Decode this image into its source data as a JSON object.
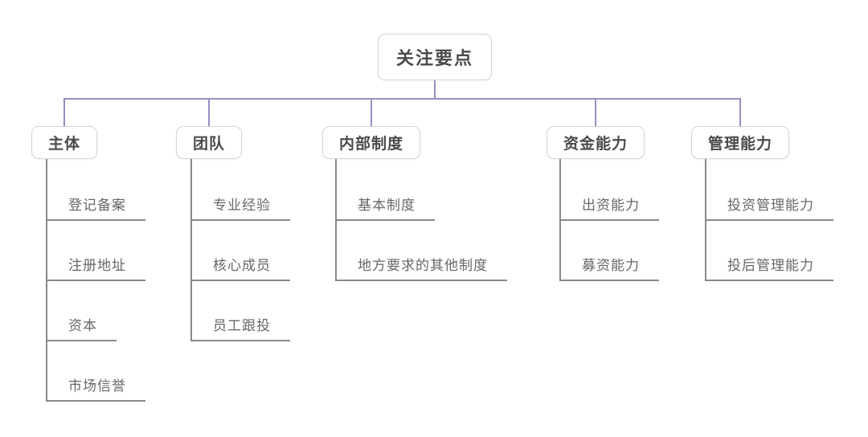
{
  "diagram": {
    "type": "mindmap-tree",
    "root": {
      "label": "关注要点"
    },
    "branches": [
      {
        "label": "主体",
        "children": [
          "登记备案",
          "注册地址",
          "资本",
          "市场信誉"
        ]
      },
      {
        "label": "团队",
        "children": [
          "专业经验",
          "核心成员",
          "员工跟投"
        ]
      },
      {
        "label": "内部制度",
        "children": [
          "基本制度",
          "地方要求的其他制度"
        ]
      },
      {
        "label": "资金能力",
        "children": [
          "出资能力",
          "募资能力"
        ]
      },
      {
        "label": "管理能力",
        "children": [
          "投资管理能力",
          "投后管理能力"
        ]
      }
    ],
    "colors": {
      "connector_purple": "#968fc5",
      "branch_line_gray": "#898989",
      "box_border": "#d4d4d4",
      "node_text": "#4a4a4a",
      "leaf_text": "#666666",
      "background": "#ffffff"
    }
  }
}
